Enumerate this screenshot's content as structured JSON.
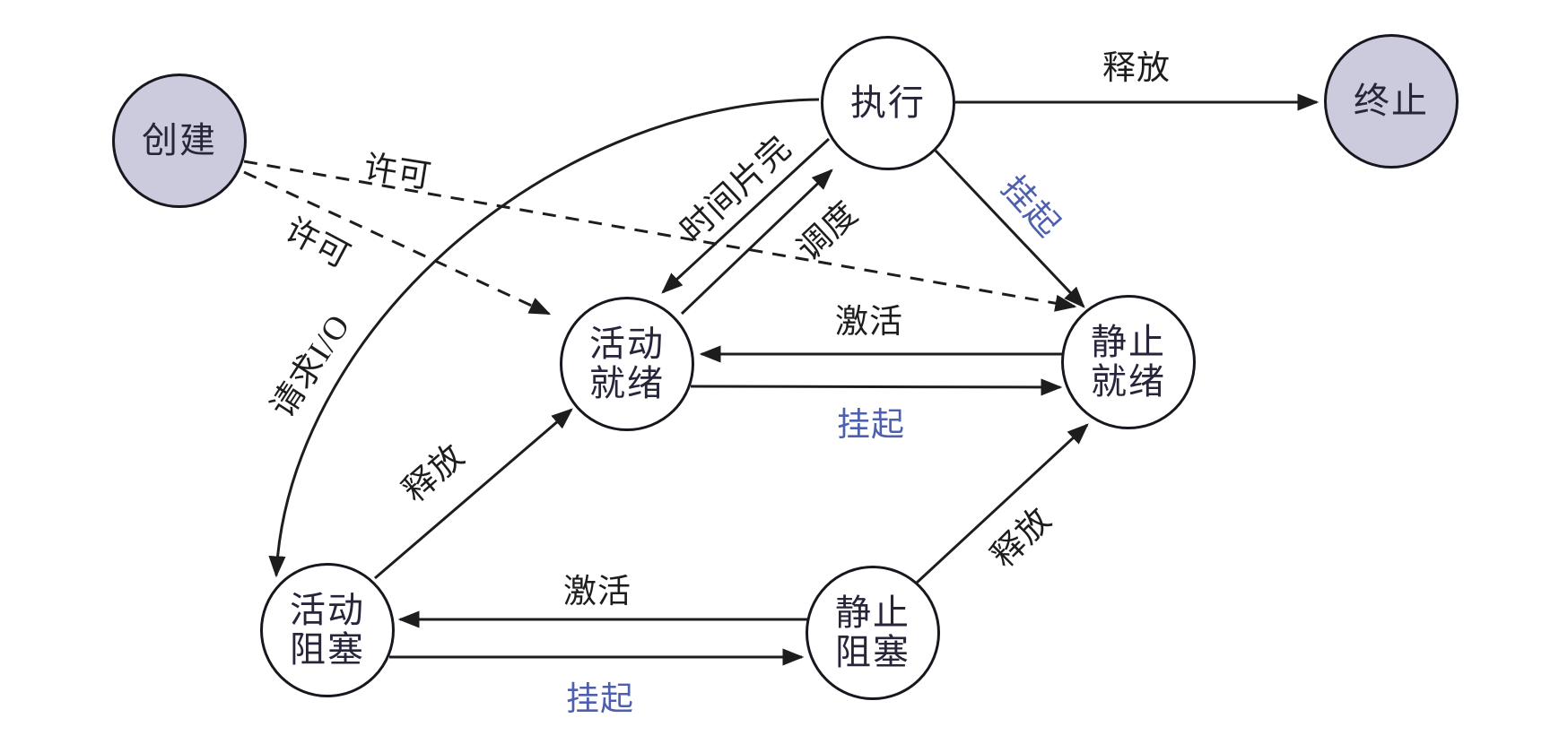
{
  "diagram": {
    "type": "state-transition-diagram",
    "description_visible_text_only": true,
    "colors": {
      "background": "#ffffff",
      "node_fill_highlight": "#cccbdd",
      "node_fill_default": "#ffffff",
      "node_stroke": "#17171f",
      "edge_stroke": "#1d1d1d",
      "label_default": "#1d1d1d",
      "label_suspend_blue": "#4e5fae"
    },
    "nodes": [
      {
        "id": "create",
        "line1": "创建",
        "line2": "",
        "filled": true
      },
      {
        "id": "running",
        "line1": "执行",
        "line2": "",
        "filled": false
      },
      {
        "id": "terminate",
        "line1": "终止",
        "line2": "",
        "filled": true
      },
      {
        "id": "active-ready",
        "line1": "活动",
        "line2": "就绪",
        "filled": false
      },
      {
        "id": "static-ready",
        "line1": "静止",
        "line2": "就绪",
        "filled": false
      },
      {
        "id": "active-blocked",
        "line1": "活动",
        "line2": "阻塞",
        "filled": false
      },
      {
        "id": "static-blocked",
        "line1": "静止",
        "line2": "阻塞",
        "filled": false
      }
    ],
    "edges": [
      {
        "from": "create",
        "to": "active-ready",
        "label": "许可",
        "style": "dashed",
        "label_color": "black"
      },
      {
        "from": "create",
        "to": "static-ready",
        "label": "许可",
        "style": "dashed",
        "label_color": "black"
      },
      {
        "from": "running",
        "to": "terminate",
        "label": "释放",
        "style": "solid",
        "label_color": "black"
      },
      {
        "from": "running",
        "to": "active-ready",
        "label": "时间片完",
        "style": "solid",
        "label_color": "black"
      },
      {
        "from": "active-ready",
        "to": "running",
        "label": "调度",
        "style": "solid",
        "label_color": "black"
      },
      {
        "from": "running",
        "to": "static-ready",
        "label": "挂起",
        "style": "solid",
        "label_color": "blue"
      },
      {
        "from": "static-ready",
        "to": "active-ready",
        "label": "激活",
        "style": "solid",
        "label_color": "black"
      },
      {
        "from": "active-ready",
        "to": "static-ready",
        "label": "挂起",
        "style": "solid",
        "label_color": "blue"
      },
      {
        "from": "running",
        "to": "active-blocked",
        "label": "请求I/O",
        "style": "solid-curved",
        "label_color": "black"
      },
      {
        "from": "active-blocked",
        "to": "active-ready",
        "label": "释放",
        "style": "solid",
        "label_color": "black"
      },
      {
        "from": "static-blocked",
        "to": "active-blocked",
        "label": "激活",
        "style": "solid",
        "label_color": "black"
      },
      {
        "from": "active-blocked",
        "to": "static-blocked",
        "label": "挂起",
        "style": "solid",
        "label_color": "blue"
      },
      {
        "from": "static-blocked",
        "to": "static-ready",
        "label": "释放",
        "style": "solid",
        "label_color": "black"
      }
    ]
  }
}
